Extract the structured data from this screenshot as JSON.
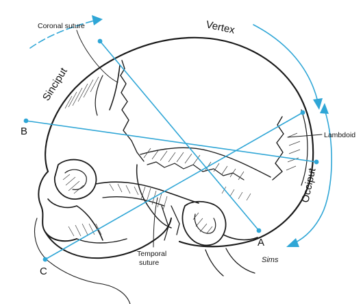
{
  "figure": {
    "labels": {
      "coronal_suture": "Coronal suture",
      "vertex": "Vertex",
      "sinciput": "Sinciput",
      "lambdoid": "Lambdoid",
      "occiput": "Occiput",
      "temporal_suture_line1": "Temporal",
      "temporal_suture_line2": "suture",
      "diameter_a": "A",
      "diameter_b": "B",
      "diameter_c": "C",
      "signature": "Sims"
    },
    "colors": {
      "line_art": "#1a1a1a",
      "diameter_lines": "#2fa6d6",
      "background": "#ffffff"
    }
  }
}
